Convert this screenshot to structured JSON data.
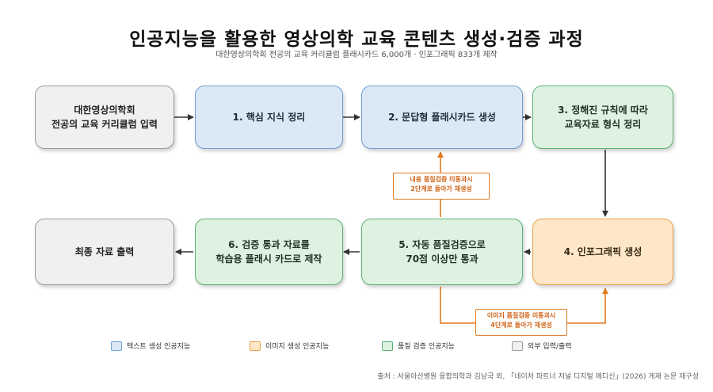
{
  "title": "인공지능을 활용한 영상의학 교육 콘텐츠 생성·검증 과정",
  "subtitle": "대한영상의학회 전공의 교육 커리큘럼 플래시카드 6,000개 · 인포그래픽 833개 제작",
  "nodes": {
    "input": "대한영상의학회\n전공의 교육 커리큘럼 입력",
    "step1": "1. 핵심 지식 정리",
    "step2": "2. 문답형 플래시카드 생성",
    "step3": "3. 정해진 규칙에 따라\n교육자료 형식 정리",
    "step4": "4. 인포그래픽 생성",
    "step5": "5. 자동 품질검증으로\n70점 이상만 통과",
    "step6": "6. 검증 통과 자료를\n학습용 플래시 카드로 제작",
    "output": "최종 자료 출력"
  },
  "notes": {
    "content_retry": "내용 품질검증 미통과시\n2단계로 돌아가 재생성",
    "image_retry": "이미지 품질검증 미통과시\n4단계로 돌아가 재생성"
  },
  "legend": {
    "text_ai": "텍스트 생성 인공지능",
    "image_ai": "이미지 생성 인공지능",
    "qa_ai": "품질 검증 인공지능",
    "external": "외부 입력/출력"
  },
  "colors": {
    "text_ai": "#dbe9f7",
    "image_ai": "#fde7c8",
    "qa_ai": "#ddf2e1",
    "external": "#f0f0f0",
    "loop_arrow": "#e07b22",
    "flow_arrow": "#333333"
  },
  "source": "출처 : 서울아산병원 융합의학과 김남국 외, 「네이처 파트너 저널 디지털 메디신」(2026) 게재 논문 재구성"
}
